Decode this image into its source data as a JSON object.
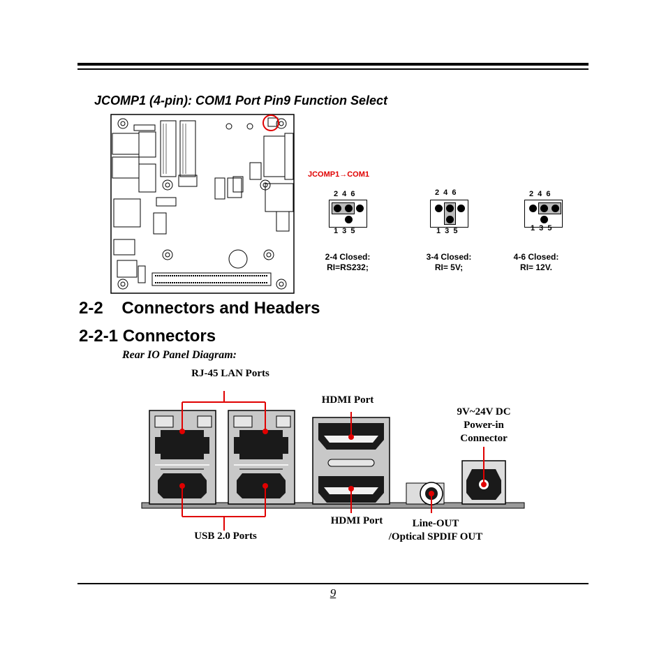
{
  "section_title": "JCOMP1 (4-pin): COM1 Port Pin9 Function Select",
  "jumper_callout": "JCOMP1→COM1",
  "jumpers": [
    {
      "top_pins": "2 4 6",
      "bottom_pins": "1 3 5",
      "caption_line1": "2-4 Closed:",
      "caption_line2": "RI=RS232;"
    },
    {
      "top_pins": "2 4 6",
      "bottom_pins": "1 3 5",
      "caption_line1": "3-4 Closed:",
      "caption_line2": "RI= 5V;"
    },
    {
      "top_pins": "2 4 6",
      "bottom_pins": "1 3 5",
      "caption_line1": "4-6 Closed:",
      "caption_line2": "RI= 12V."
    }
  ],
  "heading_2_2": "2-2    Connectors and Headers",
  "heading_2_2_1": "2-2-1 Connectors",
  "rear_io_title": "Rear IO Panel Diagram:",
  "labels": {
    "rj45": "RJ-45 LAN Ports",
    "hdmi_top": "HDMI Port",
    "dc_line1": "9V~24V DC",
    "dc_line2": "Power-in",
    "dc_line3": "Connector",
    "usb": "USB 2.0 Ports",
    "hdmi_bottom": "HDMI Port",
    "lineout_line1": "Line-OUT",
    "lineout_line2": "/Optical SPDIF OUT"
  },
  "page_number": "9",
  "colors": {
    "callout_red": "#e00000",
    "panel_gray": "#c8c8c8"
  }
}
